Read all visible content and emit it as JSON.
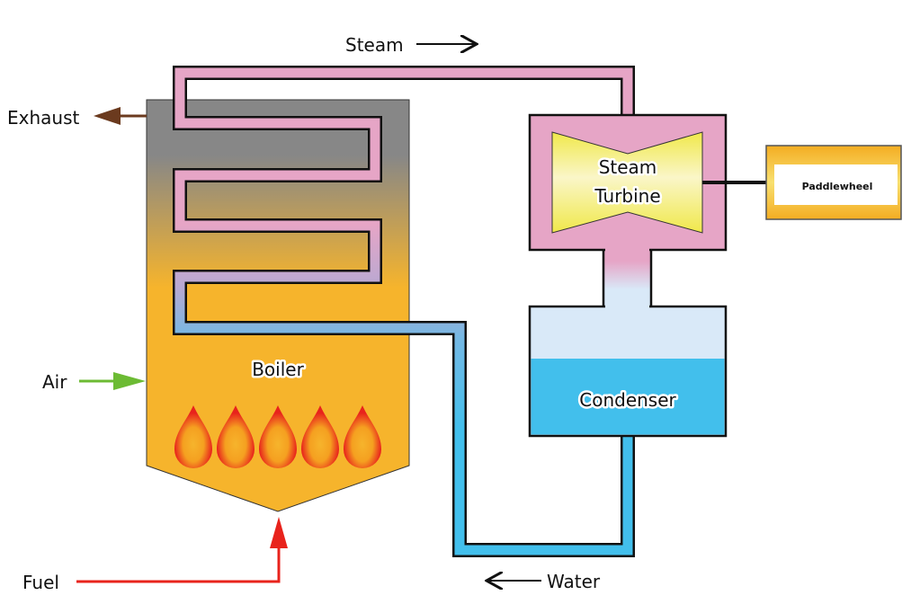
{
  "labels": {
    "steam": "Steam",
    "exhaust": "Exhaust",
    "air": "Air",
    "fuel": "Fuel",
    "water": "Water",
    "boiler": "Boiler",
    "turbine_line1": "Steam",
    "turbine_line2": "Turbine",
    "condenser": "Condenser",
    "paddlewheel": "Paddlewheel"
  },
  "colors": {
    "steam_pipe": "#e6a5c6",
    "water_pipe": "#42bfec",
    "boiler_top": "#878787",
    "boiler_bottom": "#f6b42c",
    "turbine": "#f2ea58",
    "condenser_vapor": "#d9e9f8",
    "condenser_water": "#42bfec",
    "air_arrow": "#6cbb33",
    "fuel_arrow": "#e8231c",
    "exhaust_arrow": "#6b3a1e",
    "flame_outer": "#e8231c",
    "flame_inner": "#f6b42c"
  },
  "flame_count": 5
}
